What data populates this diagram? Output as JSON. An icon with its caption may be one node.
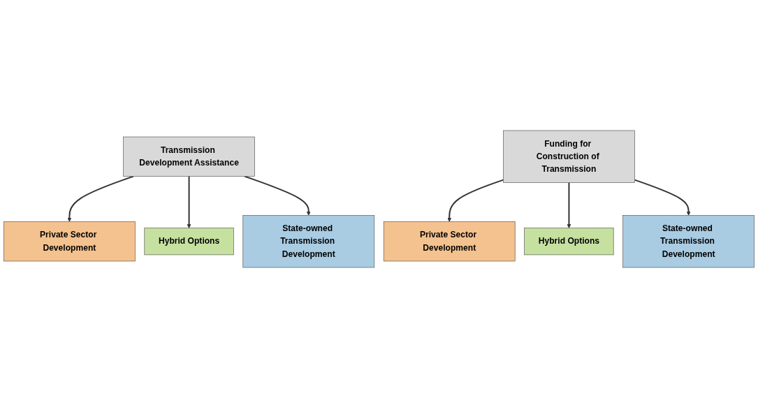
{
  "diagram": {
    "nodes": [
      {
        "text": [
          "Transmission Development Assistance"
        ]
      },
      {
        "text": [
          "Private Sector Development"
        ]
      },
      {
        "text": [
          "Hybrid Options"
        ]
      },
      {
        "text": [
          "State-owned Transmission Development"
        ]
      },
      {
        "text": [
          "Funding for Construction of Transmission"
        ]
      },
      {
        "text": [
          "Private Sector Development"
        ]
      },
      {
        "text": [
          "Hybrid Options"
        ]
      },
      {
        "text": [
          "State-owned Transmission Development"
        ]
      }
    ],
    "edges": [
      {
        "from": 0,
        "to": 1,
        "arrow": "to"
      },
      {
        "from": 0,
        "to": 2,
        "arrow": "to"
      },
      {
        "from": 0,
        "to": 3,
        "arrow": "to"
      },
      {
        "from": 4,
        "to": 5,
        "arrow": "to"
      },
      {
        "from": 4,
        "to": 6,
        "arrow": "to"
      },
      {
        "from": 4,
        "to": 7,
        "arrow": "to"
      }
    ]
  }
}
